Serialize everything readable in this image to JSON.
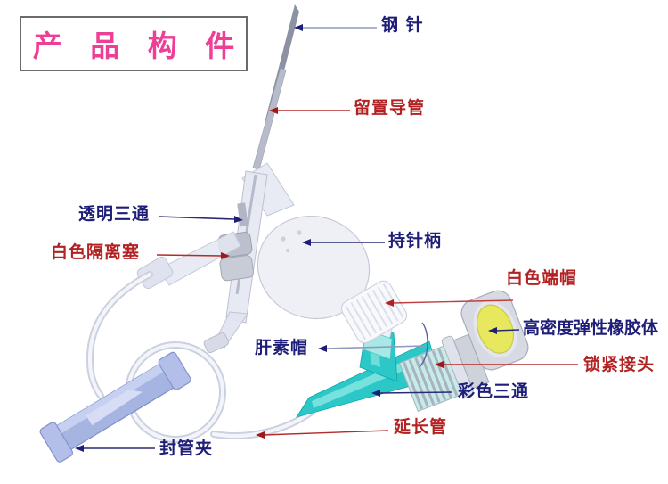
{
  "title": "产 品 构 件",
  "labels": {
    "steel_needle": "钢 针",
    "indwelling_catheter": "留置导管",
    "transparent_threeway": "透明三通",
    "white_isolation_plug": "白色隔离塞",
    "needle_holder": "持针柄",
    "white_end_cap": "白色端帽",
    "high_density_rubber": "高密度弹性橡胶体",
    "locking_connector": "锁紧接头",
    "heparin_cap": "肝素帽",
    "colored_threeway": "彩色三通",
    "extension_tube": "延长管",
    "tube_clamp": "封管夹"
  },
  "colors": {
    "title_pink": "#ee3f96",
    "label_red": "#b22222",
    "label_navy": "#1e1e78",
    "body_teal": "#2cc7c7",
    "rubber_yellow": "#e8e85f",
    "clamp_blue": "#a6b4e2",
    "needle_gray": "#8d92a2"
  }
}
